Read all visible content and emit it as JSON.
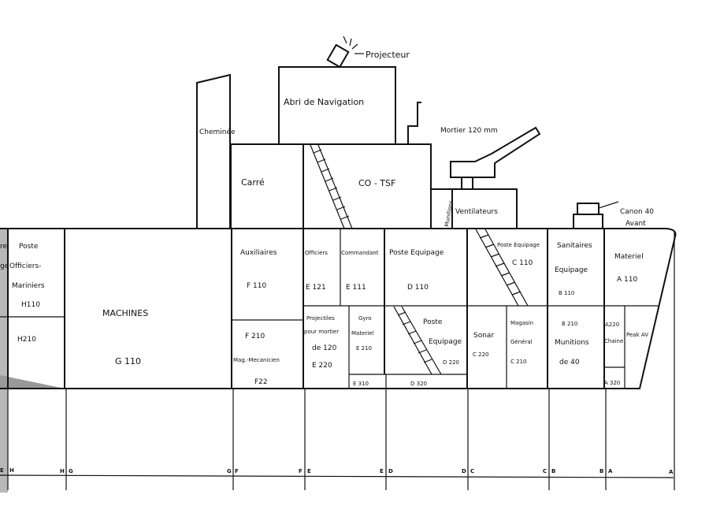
{
  "superstructure": {
    "projecteur": "Projecteur",
    "abri": "Abri de Navigation",
    "cheminee": "Cheminée",
    "carre": "Carré",
    "co_tsf": "CO - TSF",
    "mortier": "Mortier 120 mm",
    "munitions": "Munitions",
    "ventilateurs": "Ventilateurs",
    "canon_line1": "Canon 40",
    "canon_line2": "Avant"
  },
  "hull": {
    "h_upper": [
      "Poste",
      "Officiers-",
      "Mariniers",
      "H110"
    ],
    "h_lower": "H210",
    "left_cut_1": "re",
    "left_cut_2": "ge",
    "machines": "MACHINES",
    "machines_code": "G 110",
    "auxiliaires": "Auxiliaires",
    "auxiliaires_code": "F 110",
    "f_lower": [
      "F 210",
      "Mag.-Mecanicien",
      "F22"
    ],
    "officiers": "Officiers",
    "officiers_code": "E 121",
    "commandant": "Commandant",
    "commandant_code": "E 111",
    "poste_equipage_d": "Poste Equipage",
    "poste_equipage_d_code": "D 110",
    "projectiles": [
      "Projectiles",
      "pour mortier",
      "de 120",
      "E 220"
    ],
    "gyro": [
      "Gyro",
      "Materiel",
      "E 210"
    ],
    "e310": "E 310",
    "poste_equipage_d2": [
      "Poste",
      "Equipage",
      "D 220"
    ],
    "d320": "D 320",
    "poste_equipage_c": "Poste Equipage",
    "poste_equipage_c_code": "C 110",
    "sanitaires": [
      "Sanitaires",
      "Equipage",
      "B 110"
    ],
    "materiel": "Materiel",
    "materiel_code": "A 110",
    "sonar": "Sonar",
    "sonar_code": "C 220",
    "magasin": [
      "Magasin",
      "Général",
      "C 210"
    ],
    "munitions40": [
      "B 210",
      "Munitions",
      "de 40"
    ],
    "a220": "A220",
    "chaine": "Chaine",
    "a320": "A 320",
    "peak": "Peak AV"
  },
  "frames": [
    "E",
    "H",
    "H",
    "G",
    "G",
    "F",
    "F",
    "E",
    "E",
    "D",
    "D",
    "C",
    "C",
    "B",
    "B",
    "A",
    "A"
  ]
}
